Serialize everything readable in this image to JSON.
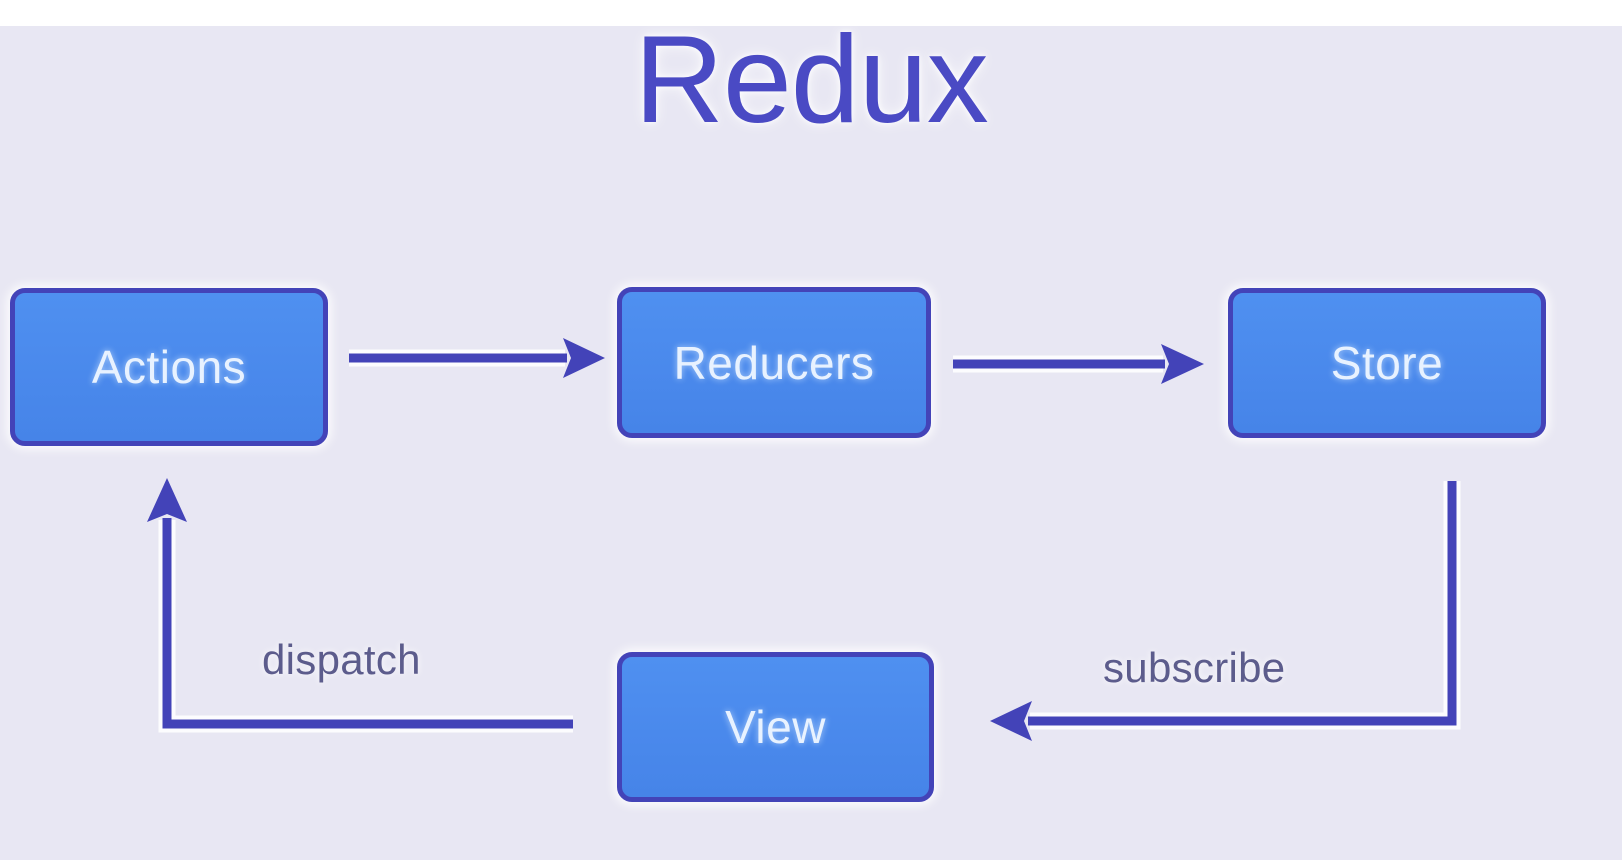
{
  "diagram": {
    "title": "Redux",
    "type": "flow-diagram",
    "background_color": "#e8e7f3",
    "accent_color": "#4343b8",
    "node_fill_color": "#4a89ec",
    "node_border_color": "#4343b8",
    "node_text_color": "#e8f2ff",
    "title_color": "#4a4ac4",
    "edge_label_color": "#5c5c8c",
    "nodes": [
      {
        "id": "actions",
        "label": "Actions"
      },
      {
        "id": "reducers",
        "label": "Reducers"
      },
      {
        "id": "store",
        "label": "Store"
      },
      {
        "id": "view",
        "label": "View"
      }
    ],
    "edges": [
      {
        "from": "actions",
        "to": "reducers",
        "label": ""
      },
      {
        "from": "reducers",
        "to": "store",
        "label": ""
      },
      {
        "from": "store",
        "to": "view",
        "label": "subscribe"
      },
      {
        "from": "view",
        "to": "actions",
        "label": "dispatch"
      }
    ],
    "edge_labels": {
      "dispatch": "dispatch",
      "subscribe": "subscribe"
    }
  }
}
